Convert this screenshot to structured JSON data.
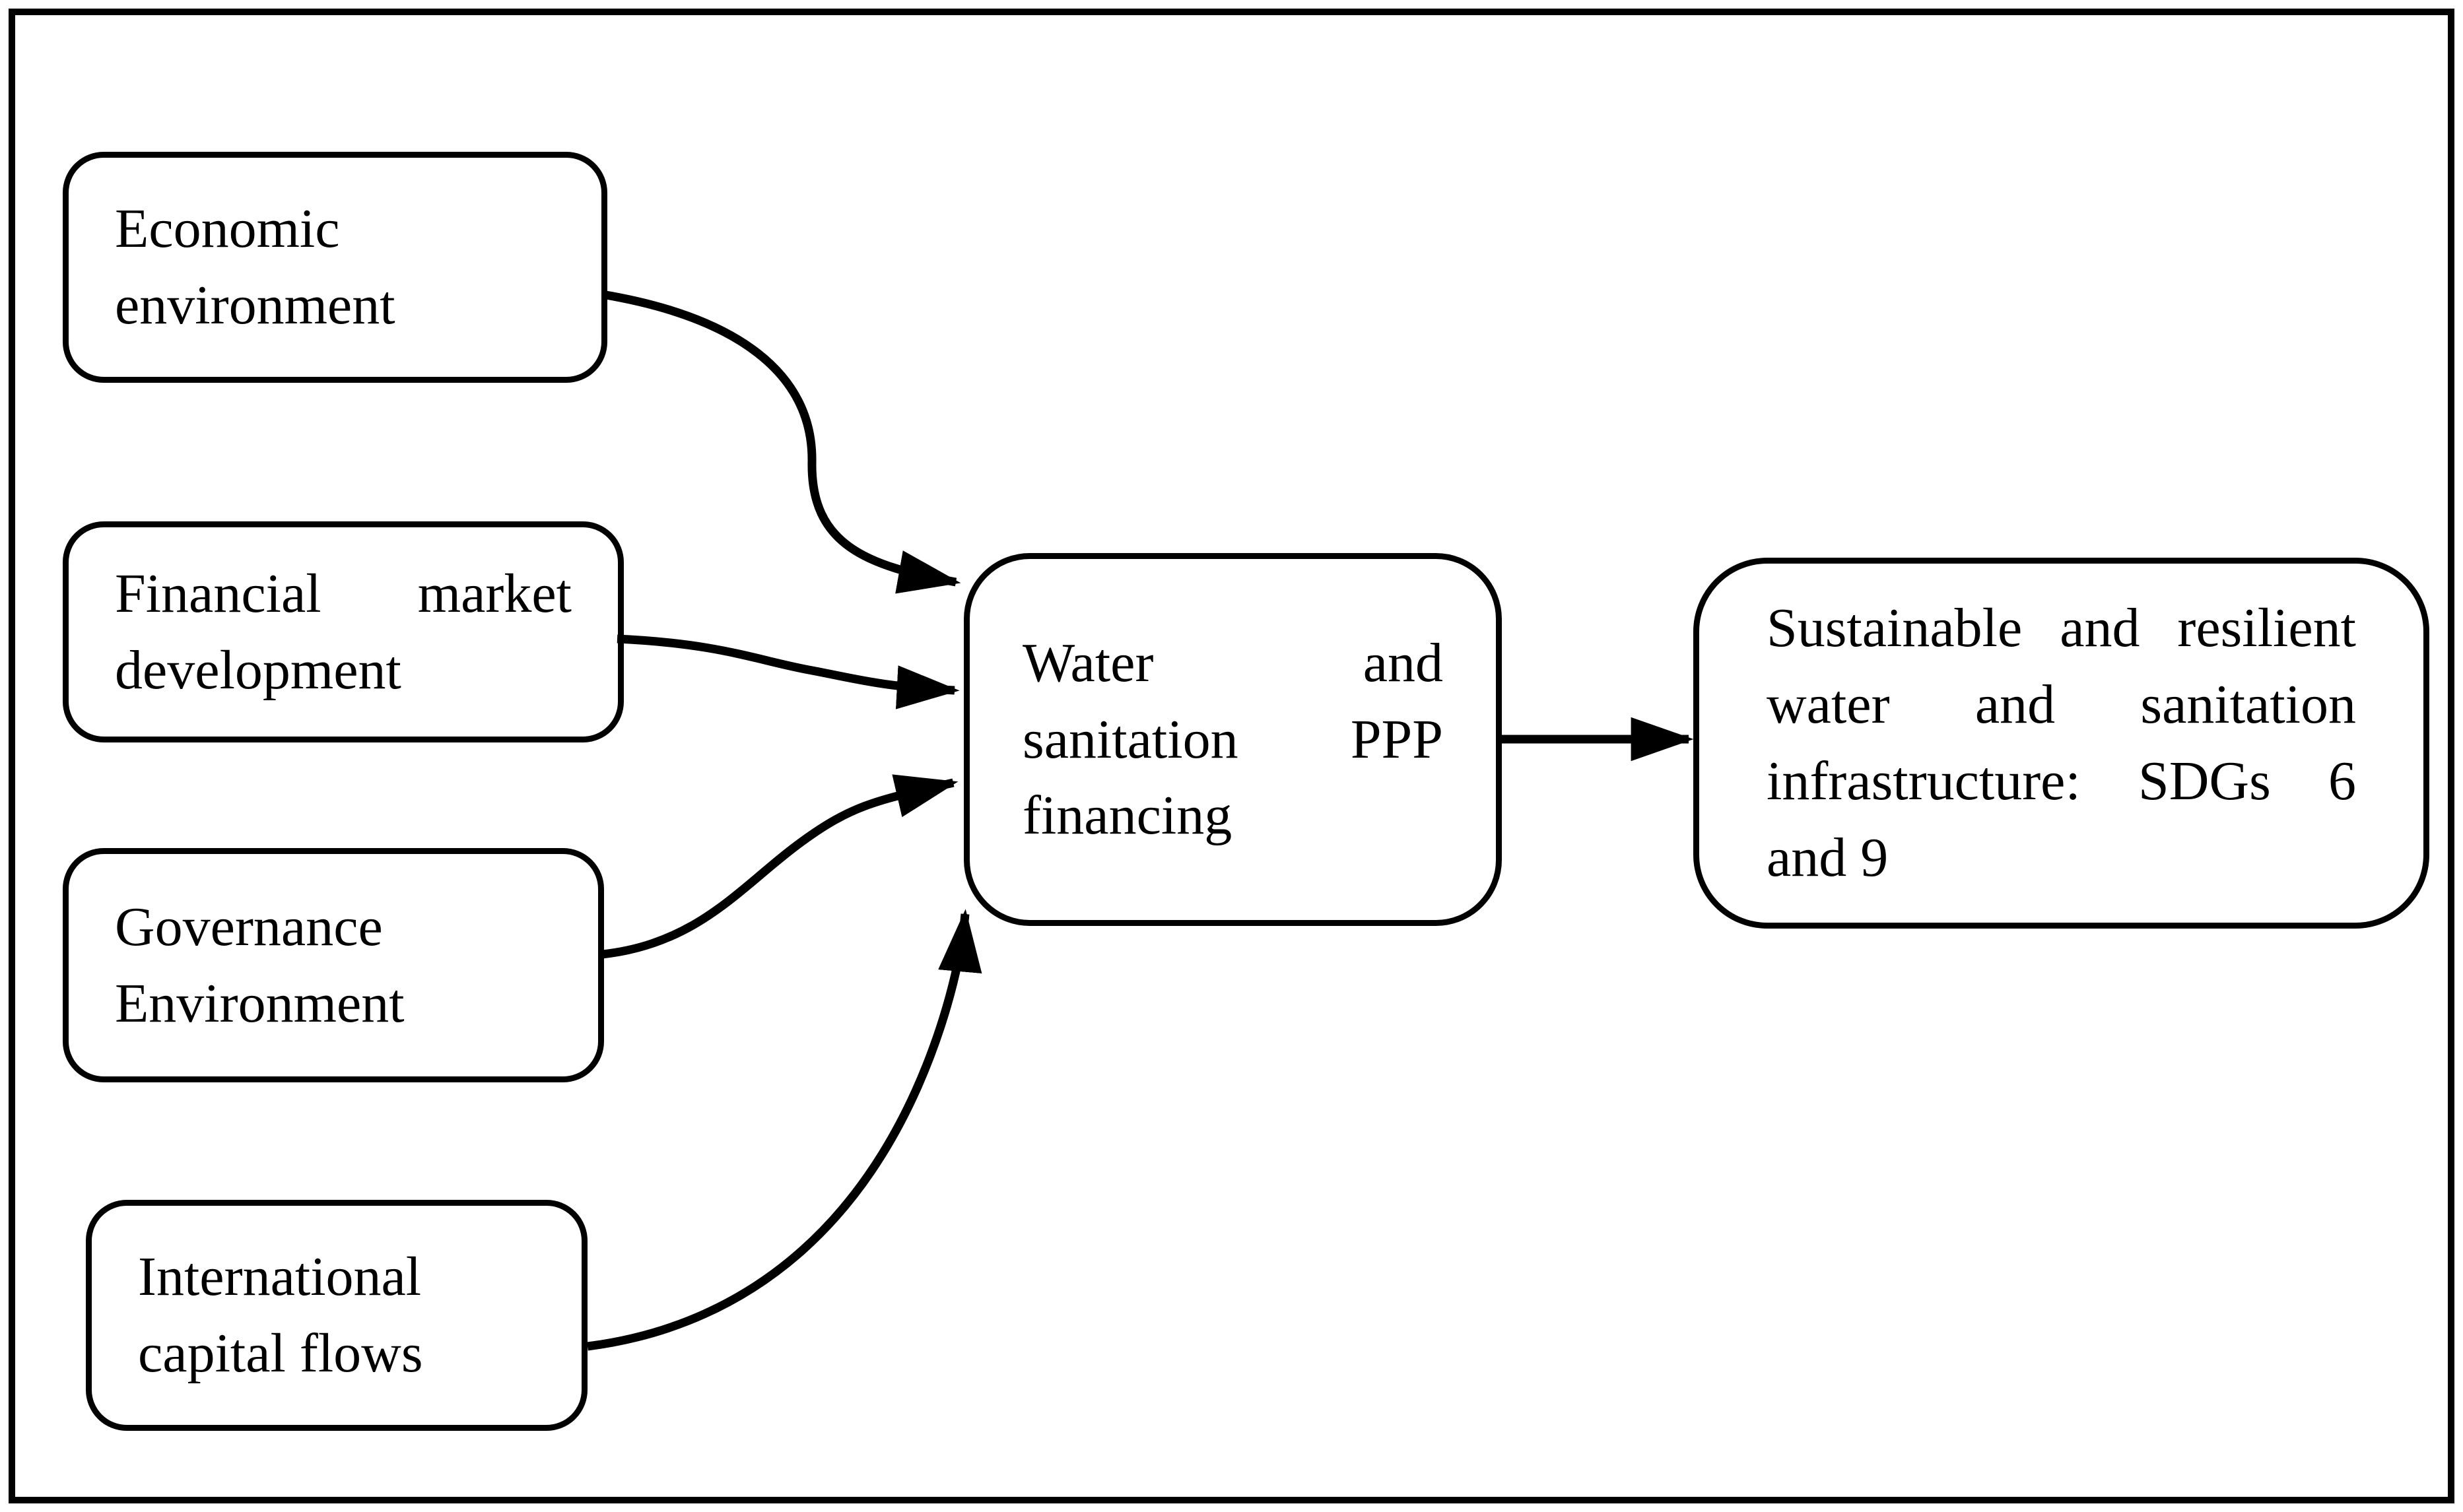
{
  "figure": {
    "background_color": "#ffffff",
    "line_color": "#000000",
    "boxes": {
      "economic": {
        "label": "Economic environment"
      },
      "financial_market": {
        "label": "Financial market development"
      },
      "governance": {
        "label": "Governance Environment"
      },
      "international_capital": {
        "label": "International capital flows"
      },
      "ppp_financing": {
        "label": "Water and sanitation PPP financing"
      },
      "sdg_outcome": {
        "label": "Sustainable and resilient water and sanitation infrastructure: SDGs 6 and 9"
      }
    },
    "arrows": [
      {
        "from": "economic",
        "to": "ppp_financing"
      },
      {
        "from": "financial_market",
        "to": "ppp_financing"
      },
      {
        "from": "governance",
        "to": "ppp_financing"
      },
      {
        "from": "international_capital",
        "to": "ppp_financing"
      },
      {
        "from": "ppp_financing",
        "to": "sdg_outcome"
      }
    ]
  }
}
